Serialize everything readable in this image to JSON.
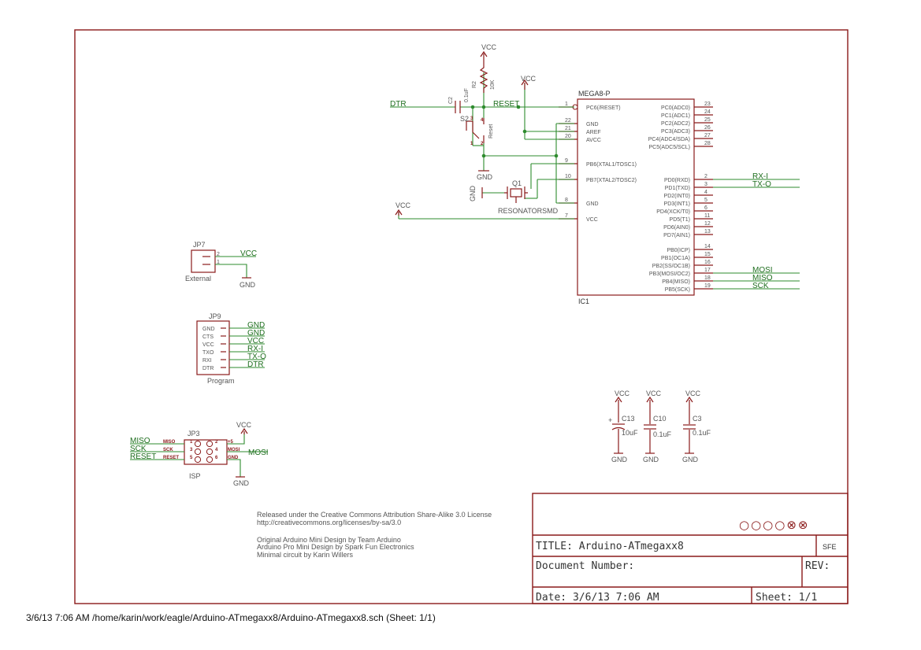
{
  "ic1": {
    "ref": "IC1",
    "value": "MEGA8-P",
    "left_pins": [
      {
        "num": "1",
        "name": "PC6(/RESET)"
      },
      {
        "num": "22",
        "name": "GND"
      },
      {
        "num": "21",
        "name": "AREF"
      },
      {
        "num": "20",
        "name": "AVCC"
      },
      {
        "num": "9",
        "name": "PB6(XTAL1/TOSC1)"
      },
      {
        "num": "10",
        "name": "PB7(XTAL2/TOSC2)"
      },
      {
        "num": "8",
        "name": "GND"
      },
      {
        "num": "7",
        "name": "VCC"
      }
    ],
    "right_pins": [
      {
        "num": "23",
        "name": "PC0(ADC0)"
      },
      {
        "num": "24",
        "name": "PC1(ADC1)"
      },
      {
        "num": "25",
        "name": "PC2(ADC2)"
      },
      {
        "num": "26",
        "name": "PC3(ADC3)"
      },
      {
        "num": "27",
        "name": "PC4(ADC4/SDA)"
      },
      {
        "num": "28",
        "name": "PC5(ADC5/SCL)"
      },
      {
        "num": "2",
        "name": "PD0(RXD)"
      },
      {
        "num": "3",
        "name": "PD1(TXD)"
      },
      {
        "num": "4",
        "name": "PD2(INT0)"
      },
      {
        "num": "5",
        "name": "PD3(INT1)"
      },
      {
        "num": "6",
        "name": "PD4(XCK/T0)"
      },
      {
        "num": "11",
        "name": "PD5(T1)"
      },
      {
        "num": "12",
        "name": "PD6(AIN0)"
      },
      {
        "num": "13",
        "name": "PD7(AIN1)"
      },
      {
        "num": "14",
        "name": "PB0(ICP)"
      },
      {
        "num": "15",
        "name": "PB1(OC1A)"
      },
      {
        "num": "16",
        "name": "PB2(SS/OC1B)"
      },
      {
        "num": "17",
        "name": "PB3(MOSI/OC2)"
      },
      {
        "num": "18",
        "name": "PB4(MISO)"
      },
      {
        "num": "19",
        "name": "PB5(SCK)"
      }
    ]
  },
  "nets": {
    "vcc": "VCC",
    "gnd": "GND",
    "dtr": "DTR",
    "reset": "RESET",
    "rxi": "RX-I",
    "txo": "TX-O",
    "mosi": "MOSI",
    "miso": "MISO",
    "sck": "SCK"
  },
  "parts": {
    "c2_ref": "C2",
    "c2_val": "0.1uF",
    "r2_ref": "R2",
    "r2_val": "10K",
    "s2_ref": "S2",
    "s2_val": "Reset",
    "q1_ref": "Q1",
    "q1_val": "RESONATORSMD",
    "c13_ref": "C13",
    "c13_val": "10uF",
    "c10_ref": "C10",
    "c10_val": "0.1uF",
    "c3_ref": "C3",
    "c3_val": "0.1uF"
  },
  "switch_pins": [
    "1",
    "2",
    "3",
    "4"
  ],
  "jp7": {
    "ref": "JP7",
    "label": "External",
    "pins": [
      {
        "num": "2",
        "net": "VCC"
      },
      {
        "num": "1",
        "net": ""
      }
    ]
  },
  "jp9": {
    "ref": "JP9",
    "label": "Program",
    "pins": [
      {
        "name": "GND",
        "net": "GND"
      },
      {
        "name": "CTS",
        "net": "GND"
      },
      {
        "name": "VCC",
        "net": "VCC"
      },
      {
        "name": "TXO",
        "net": "RX-I"
      },
      {
        "name": "RXI",
        "net": "TX-O"
      },
      {
        "name": "DTR",
        "net": "DTR"
      }
    ]
  },
  "jp3": {
    "ref": "JP3",
    "label": "ISP",
    "left": [
      {
        "num": "1",
        "name": "MISO",
        "net": "MISO"
      },
      {
        "num": "3",
        "name": "SCK",
        "net": "SCK"
      },
      {
        "num": "5",
        "name": "RESET",
        "net": "RESET"
      }
    ],
    "right": [
      {
        "num": "2",
        "name": "+5"
      },
      {
        "num": "4",
        "name": "MOSI"
      },
      {
        "num": "6",
        "name": "GND"
      }
    ],
    "mosi_net": "MOSI"
  },
  "notes": {
    "line1": "Released under the Creative Commons Attribution Share-Alike 3.0 License",
    "line2": "http://creativecommons.org/licenses/by-sa/3.0",
    "line3": "Original Arduino Mini Design by Team Arduino",
    "line4": "Arduino Pro Mini Design by Spark Fun Electronics",
    "line5": "Minimal circuit by Karin Willers"
  },
  "title_block": {
    "title": "TITLE: Arduino-ATmegaxx8",
    "logo": "SFE",
    "doc_number": "Document Number:",
    "rev": "REV:",
    "date": "Date: 3/6/13 7:06 AM",
    "sheet": "Sheet: 1/1",
    "symbols": "○○○○⊗⊗"
  },
  "footer": "3/6/13 7:06 AM  /home/karin/work/eagle/Arduino-ATmegaxx8/Arduino-ATmegaxx8.sch (Sheet: 1/1)"
}
